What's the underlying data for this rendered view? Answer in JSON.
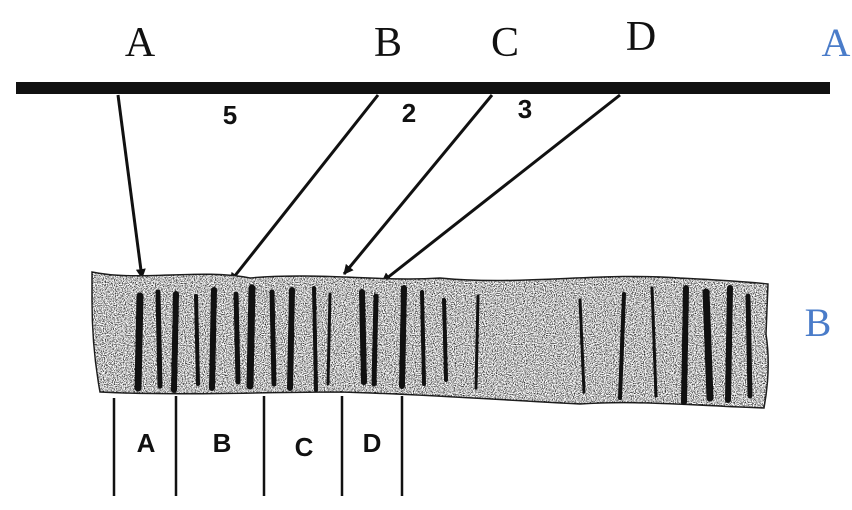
{
  "top_labels": [
    "A",
    "B",
    "C",
    "D"
  ],
  "line_numbers": [
    "5",
    "2",
    "3"
  ],
  "side_labels": {
    "top": "A",
    "bottom": "B"
  },
  "band_labels": [
    "A",
    "B",
    "C",
    "D"
  ],
  "colors": {
    "ink": "#111111",
    "side_label": "#4a7cc9",
    "background": "#ffffff"
  }
}
